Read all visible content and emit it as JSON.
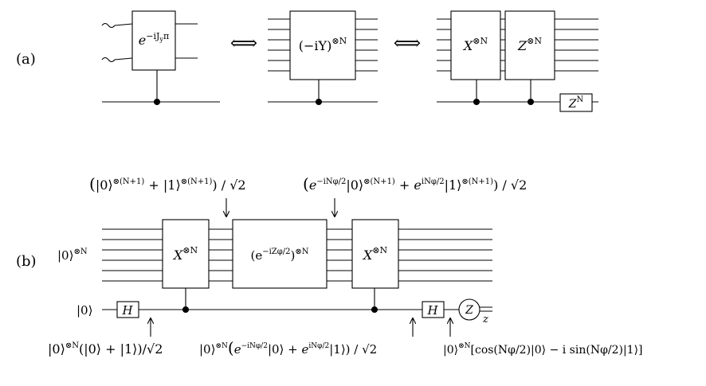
{
  "panel_a": {
    "label": "(a)",
    "gate_left": {
      "base": "e",
      "exp": "−iJ",
      "exp_sub": "y",
      "exp_tail": "π"
    },
    "gate_mid": {
      "text": "(−iY)",
      "sup": "⊗N"
    },
    "gate_x": {
      "base": "X",
      "sup": "⊗N"
    },
    "gate_z": {
      "base": "Z",
      "sup": "⊗N"
    },
    "gate_zn": {
      "base": "Z",
      "sup": "N"
    },
    "equiv_symbol": "⟺"
  },
  "panel_b": {
    "label": "(b)",
    "input_register": {
      "ket": "|0⟩",
      "sup": "⊗N"
    },
    "input_ancilla": "|0⟩",
    "gate_h": "H",
    "gate_x": {
      "base": "X",
      "sup": "⊗N"
    },
    "gate_phase": {
      "open": "(e",
      "sup": "−iZφ/2",
      "close": ")",
      "tail_sup": "⊗N"
    },
    "measure_gate": "Z",
    "measure_output": "z",
    "annot_top1": {
      "open": "(",
      "ket0": "|0⟩",
      "sup1": "⊗(N+1)",
      "plus": " + ",
      "ket1": "|1⟩",
      "sup2": "⊗(N+1)",
      "close": ") / √2"
    },
    "annot_top2": {
      "open": "(",
      "e1": "e",
      "sup1": "−iNφ/2",
      "ket0": "|0⟩",
      "sup2": "⊗(N+1)",
      "plus": " + ",
      "e2": "e",
      "sup3": "iNφ/2",
      "ket1": "|1⟩",
      "sup4": "⊗(N+1)",
      "close": ") / √2"
    },
    "annot_bot1": {
      "ket0": "|0⟩",
      "sup": "⊗N",
      "tail": "(|0⟩ + |1⟩)/√2"
    },
    "annot_bot2": {
      "ket0": "|0⟩",
      "sup1": "⊗N",
      "open": "(",
      "e1": "e",
      "sup2": "−iNφ/2",
      "mid": "|0⟩ + ",
      "e2": "e",
      "sup3": "iNφ/2",
      "ket1": "|1⟩",
      "close": ") / √2"
    },
    "annot_bot3": {
      "ket0": "|0⟩",
      "sup": "⊗N",
      "tail": "[cos(Nφ/2)|0⟩ − i sin(Nφ/2)|1⟩]"
    }
  }
}
